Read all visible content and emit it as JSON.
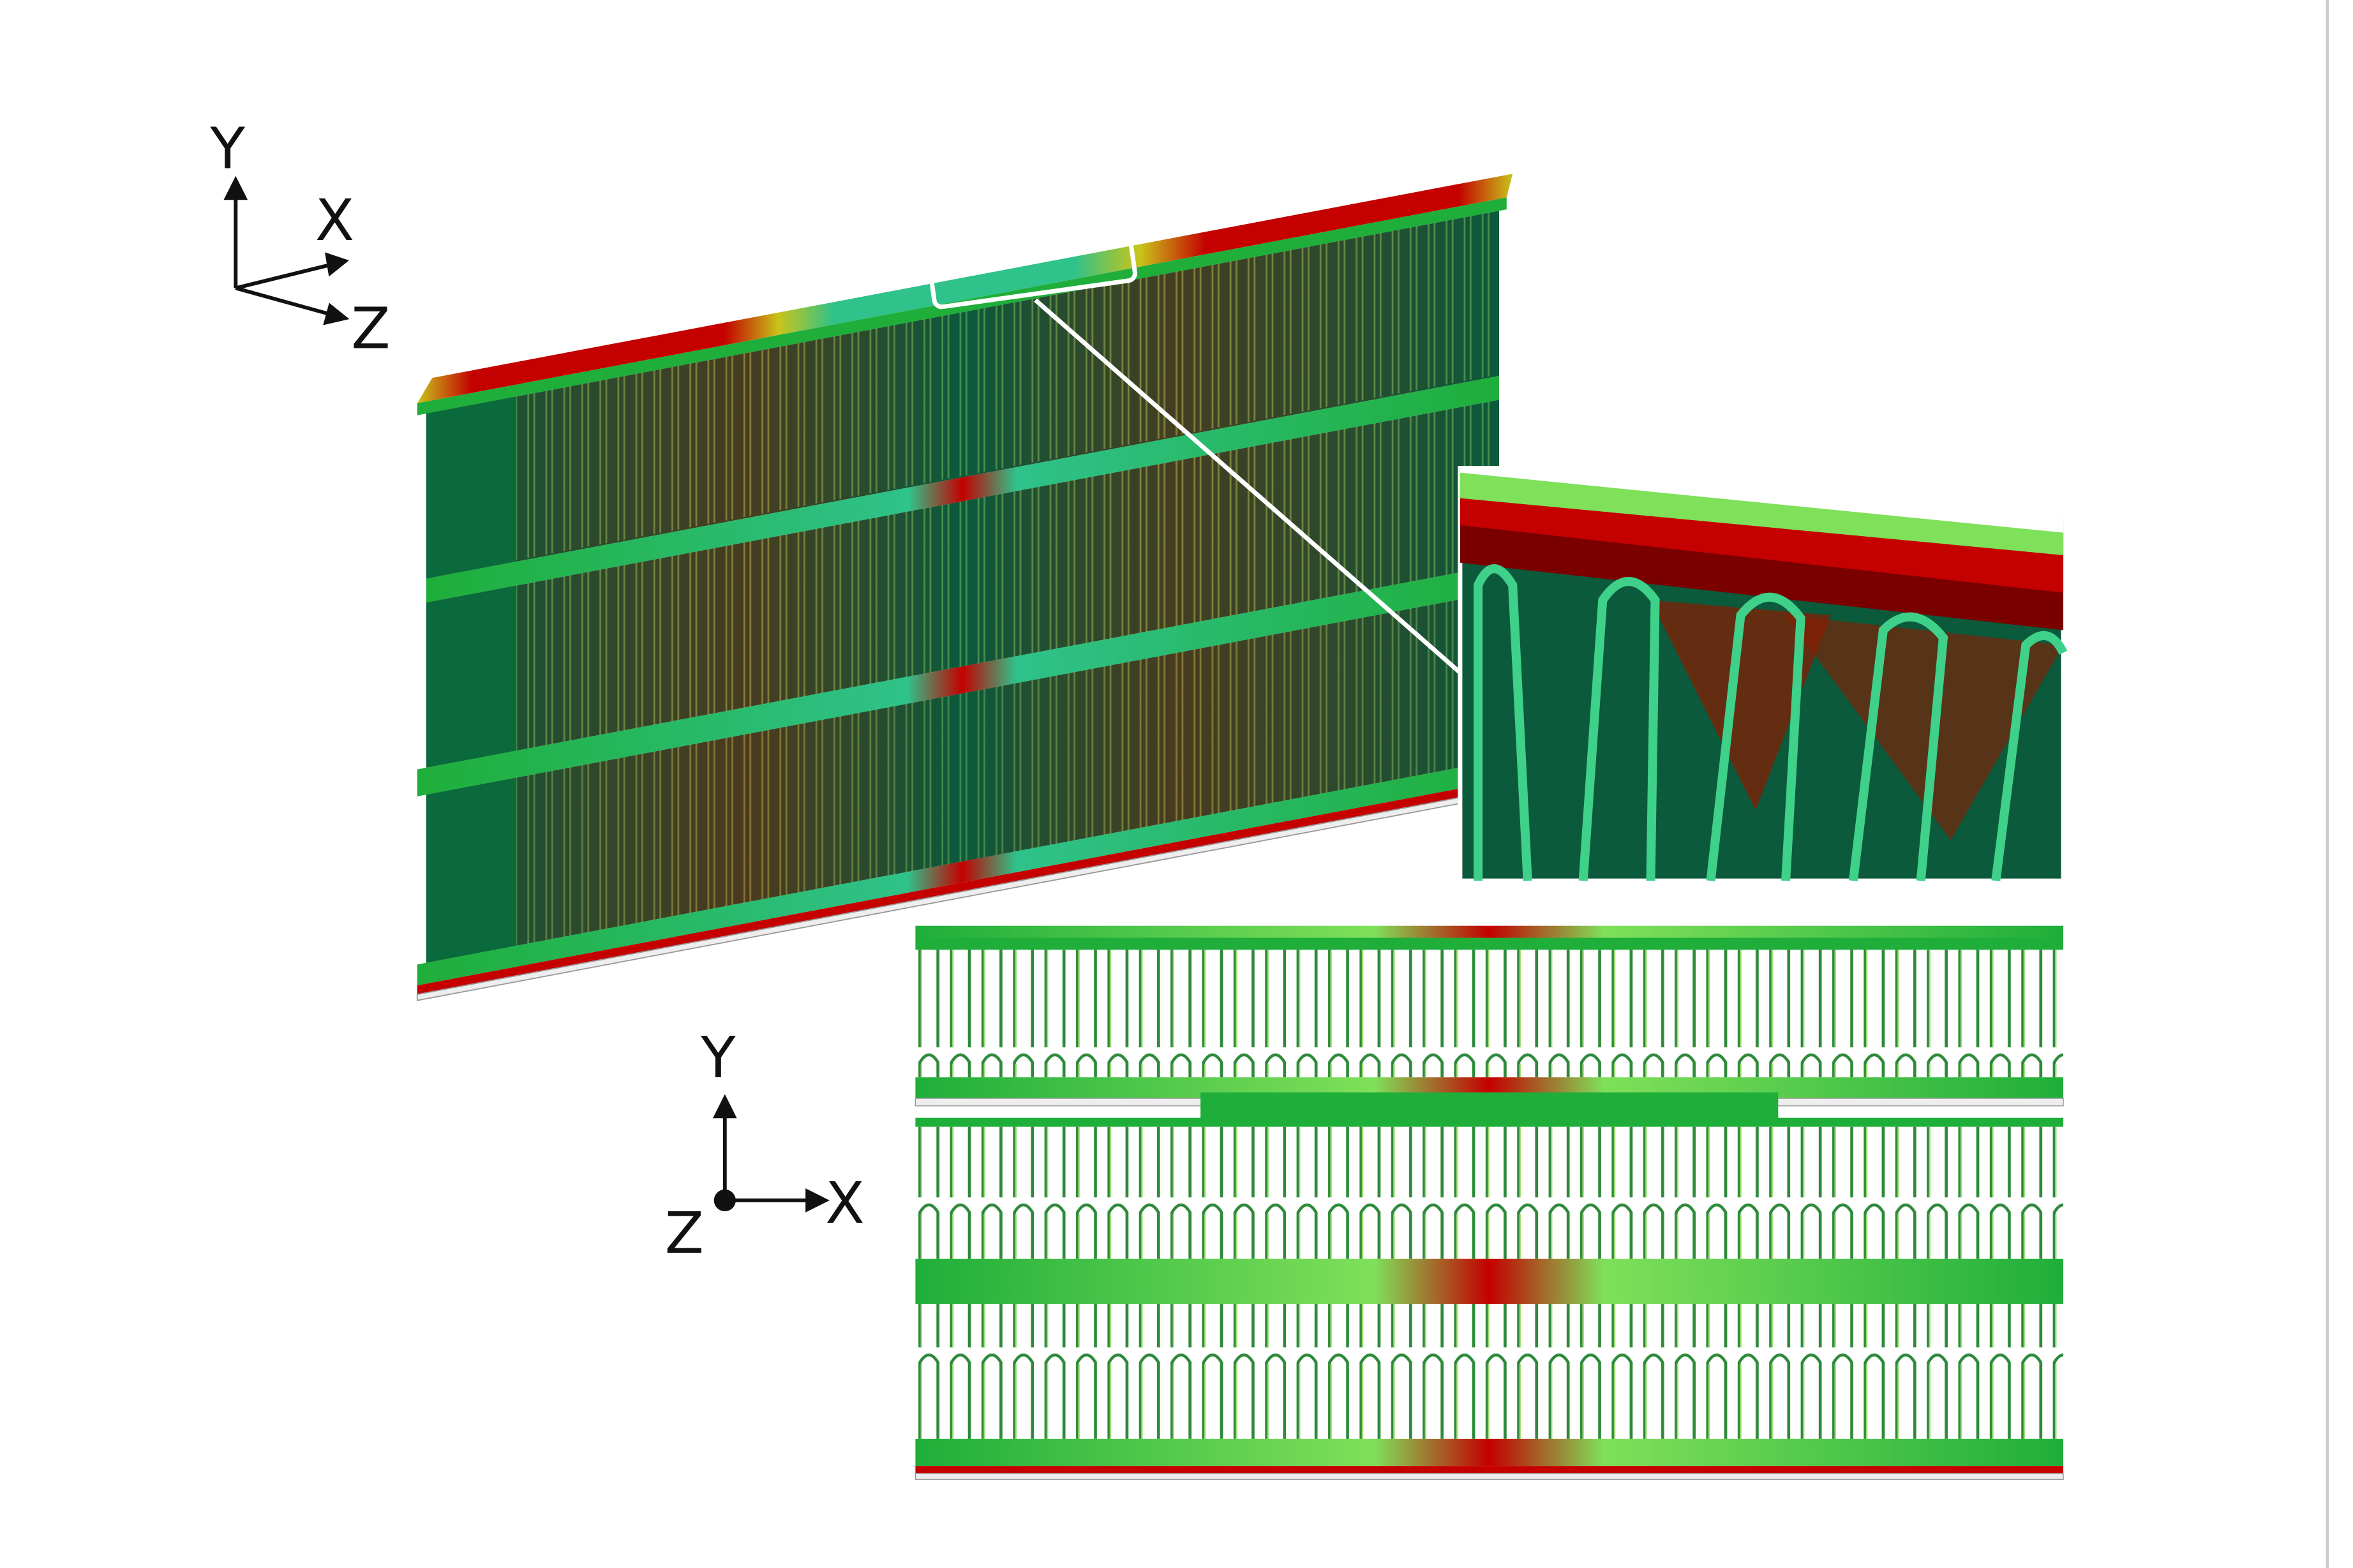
{
  "iso_axes": {
    "y": "Y",
    "x": "X",
    "z": "Z"
  },
  "front_axes": {
    "y": "Y",
    "x": "X",
    "z": "Z"
  },
  "colors": {
    "dark_green": "#0b5a3c",
    "green": "#1fae3a",
    "light_green": "#7fe05a",
    "cyan_green": "#2fc28a",
    "yellow": "#c9c41a",
    "red": "#c40000",
    "dark_red": "#7a0000"
  }
}
